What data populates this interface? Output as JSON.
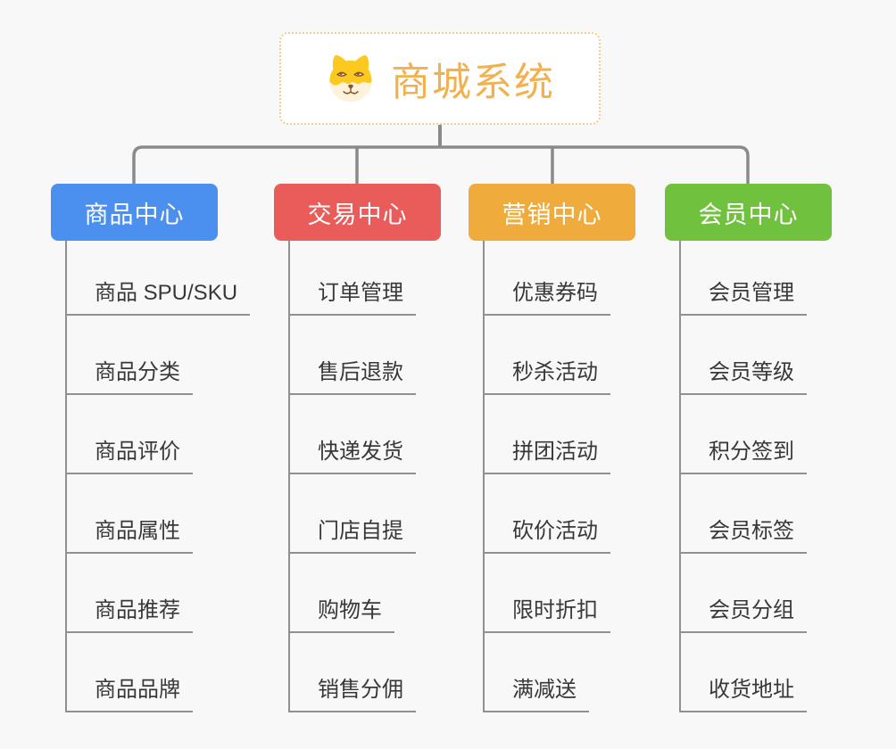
{
  "canvas": {
    "background": "#f8f8f8"
  },
  "connectors": {
    "color": "#8a8a8a",
    "leaf_line_color": "#909090"
  },
  "root": {
    "label": "商城系统",
    "icon": "dog-face-icon",
    "text_color": "#f2b04f",
    "border_color": "#f2cd92",
    "background": "#ffffff",
    "icon_colors": {
      "fur": "#fbc91f",
      "muzzle": "#fdf3dc",
      "features": "#8b572a"
    }
  },
  "leaf_text_color": "#383838",
  "branches": [
    {
      "label": "商品中心",
      "color": "#4b90ee",
      "children": [
        "商品 SPU/SKU",
        "商品分类",
        "商品评价",
        "商品属性",
        "商品推荐",
        "商品品牌"
      ]
    },
    {
      "label": "交易中心",
      "color": "#e95c59",
      "children": [
        "订单管理",
        "售后退款",
        "快递发货",
        "门店自提",
        "购物车",
        "销售分佣"
      ]
    },
    {
      "label": "营销中心",
      "color": "#efac3c",
      "children": [
        "优惠券码",
        "秒杀活动",
        "拼团活动",
        "砍价活动",
        "限时折扣",
        "满减送"
      ]
    },
    {
      "label": "会员中心",
      "color": "#70c13e",
      "children": [
        "会员管理",
        "会员等级",
        "积分签到",
        "会员标签",
        "会员分组",
        "收货地址"
      ]
    }
  ]
}
